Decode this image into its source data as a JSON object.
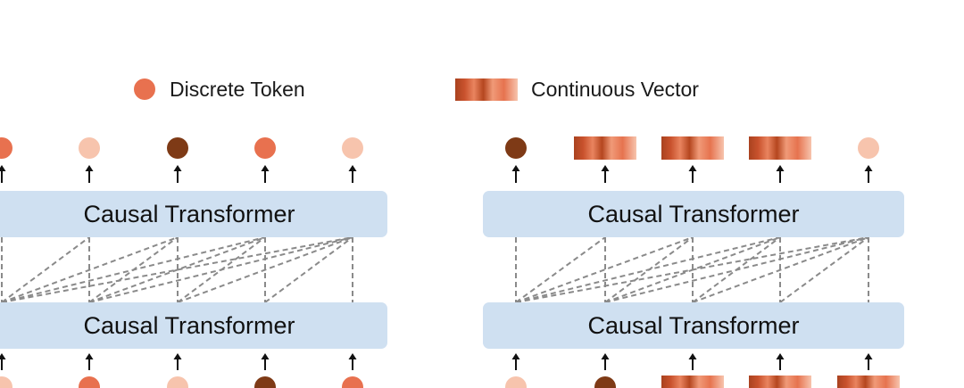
{
  "legend": {
    "discrete_label": "Discrete Token",
    "continuous_label": "Continuous Vector"
  },
  "colors": {
    "light": "#f7c4ad",
    "mid": "#e8714f",
    "dark": "#7e3a16",
    "block_fill": "#cfe0f1",
    "connector": "#8a8a8a",
    "arrow": "#111111"
  },
  "left_panel": {
    "top_block_label": "Causal Transformer",
    "bottom_block_label": "Causal Transformer",
    "outputs": [
      "mid",
      "light",
      "dark",
      "mid",
      "light"
    ],
    "inputs": [
      "light",
      "mid",
      "light",
      "dark",
      "mid"
    ]
  },
  "right_panel": {
    "top_block_label": "Causal Transformer",
    "bottom_block_label": "Causal Transformer",
    "outputs": [
      "dark",
      "vector",
      "vector",
      "vector",
      "light"
    ],
    "inputs": [
      "light",
      "dark",
      "vector",
      "vector",
      "vector"
    ]
  }
}
